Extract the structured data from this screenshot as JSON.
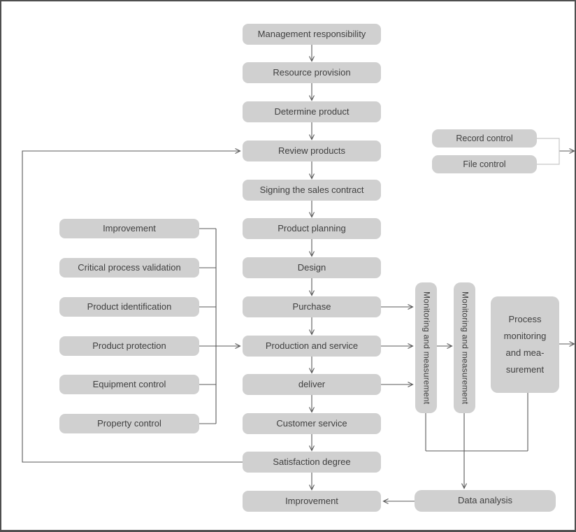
{
  "colors": {
    "background": "#ffffff",
    "node_fill": "#d0d0d0",
    "node_text": "#404040",
    "connector": "#595959",
    "connector_light": "#c8c8c8",
    "frame_border": "#4f4f4f"
  },
  "flowchart": {
    "main_flow": [
      "Management responsibility",
      "Resource provision",
      "Determine product",
      "Review products",
      "Signing the sales contract",
      "Product planning",
      "Design",
      "Purchase",
      "Production and service",
      "deliver",
      "Customer service",
      "Satisfaction degree",
      "Improvement"
    ],
    "left_column": [
      "Improvement",
      "Critical process validation",
      "Product identification",
      "Product protection",
      "Equipment control",
      "Property control"
    ],
    "record_file": [
      "Record control",
      "File control"
    ],
    "monitoring_columns": [
      "Monitoring and measurement",
      "Monitoring and measurement"
    ],
    "process_monitoring": {
      "lines": [
        "Process",
        "monitoring",
        "and mea-",
        "surement"
      ]
    },
    "data_analysis": "Data analysis"
  }
}
